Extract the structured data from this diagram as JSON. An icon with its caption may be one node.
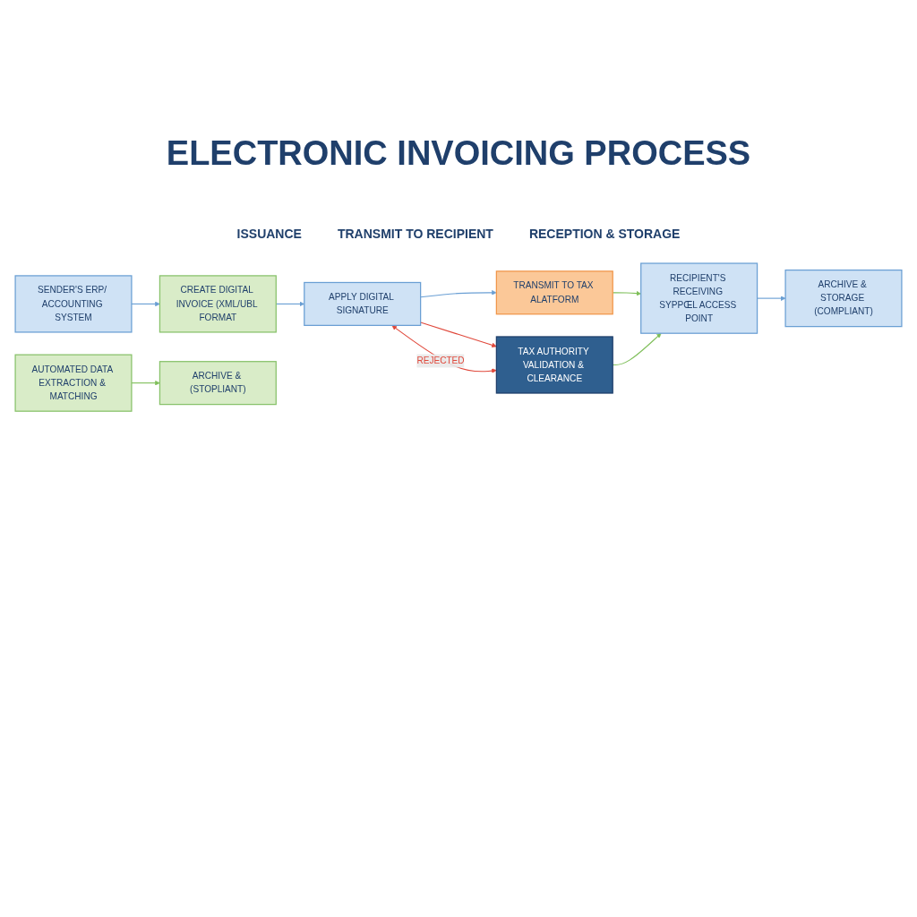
{
  "diagram": {
    "title": "ELECTRONIC INVOICING PROCESS",
    "nodes": [
      {
        "text": [
          "SENDER'S ERP/ ACCOUNTING SYSTEM"
        ]
      },
      {
        "text": [
          "CREATE DIGITAL INVOICE (XML/UBL FORMAT"
        ]
      },
      {
        "text": [
          "APPLY DIGITAL SIGNATURE"
        ]
      },
      {
        "text": [
          "TRANSMIT TO TAX ALATFORM"
        ]
      },
      {
        "text": [
          "TAX AUTHORITY VALIDATION & CLEARANCE"
        ]
      },
      {
        "text": [
          "RECIPIENT'S RECEIVING SYPPŒL ACCESS POINT"
        ]
      },
      {
        "text": [
          "AUTOMATED DATA EXTRACTION & MATCHING"
        ]
      },
      {
        "text": [
          "ARCHIVE & STORAGE (COMPLIANT)"
        ]
      },
      {
        "text": [
          "ARCHIVE & (STOPLIANT)"
        ]
      }
    ],
    "edges": [
      {
        "from": 0,
        "to": 1,
        "arrow": "to"
      },
      {
        "from": 1,
        "to": 2,
        "arrow": "to"
      },
      {
        "from": 2,
        "to": 3,
        "arrow": "to"
      },
      {
        "from": 2,
        "to": 4,
        "arrow": "to",
        "color": "#e0493c"
      },
      {
        "from": 2,
        "to": 4,
        "arrow": "both",
        "label": "REJECTED",
        "color": "#e0493c"
      },
      {
        "from": 3,
        "to": 5,
        "arrow": "to",
        "color": "#7fbf5a"
      },
      {
        "from": 4,
        "to": 5,
        "arrow": "to",
        "color": "#7fbf5a"
      },
      {
        "from": 5,
        "to": 7,
        "arrow": "to"
      },
      {
        "from": 6,
        "to": 8,
        "arrow": "to",
        "color": "#7fbf5a"
      }
    ],
    "labels": [
      "ISSUANCE",
      "TRANSMIT TO RECIPIENT",
      "RECEPTION & STORAGE"
    ]
  }
}
